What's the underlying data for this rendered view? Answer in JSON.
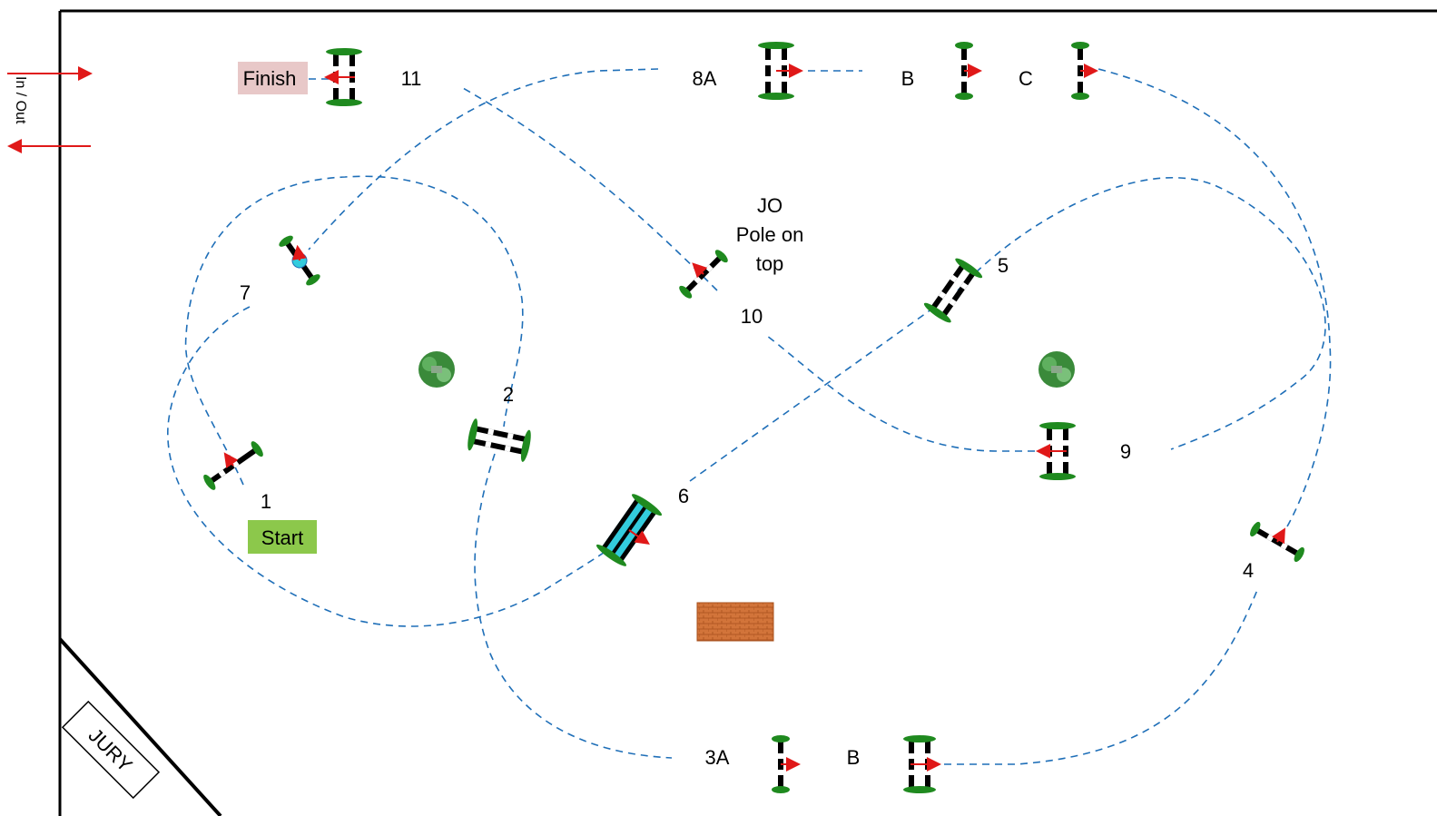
{
  "side_label": "In / Out",
  "jury_label": "JURY",
  "start_label": "Start",
  "finish_label": "Finish",
  "jo_note": [
    "JO",
    "Pole on",
    "top"
  ],
  "fence_numbers": {
    "f1": "1",
    "f2": "2",
    "f3a": "3A",
    "f3b": "B",
    "f4": "4",
    "f5": "5",
    "f6": "6",
    "f7": "7",
    "f8a": "8A",
    "f8b": "B",
    "f8c": "C",
    "f9": "9",
    "f10": "10",
    "f11": "11"
  },
  "colors": {
    "track": "#1f6fb8",
    "arrow": "#e01818",
    "start_box": "#8cc84b",
    "finish_box": "#e8c8c8",
    "water": "#33ccdd",
    "hedge": "#1f8a1f",
    "box": "#c8652a"
  },
  "icons": [
    "tree-icon",
    "tree-icon",
    "brick-box-icon",
    "water-jump-icon"
  ]
}
